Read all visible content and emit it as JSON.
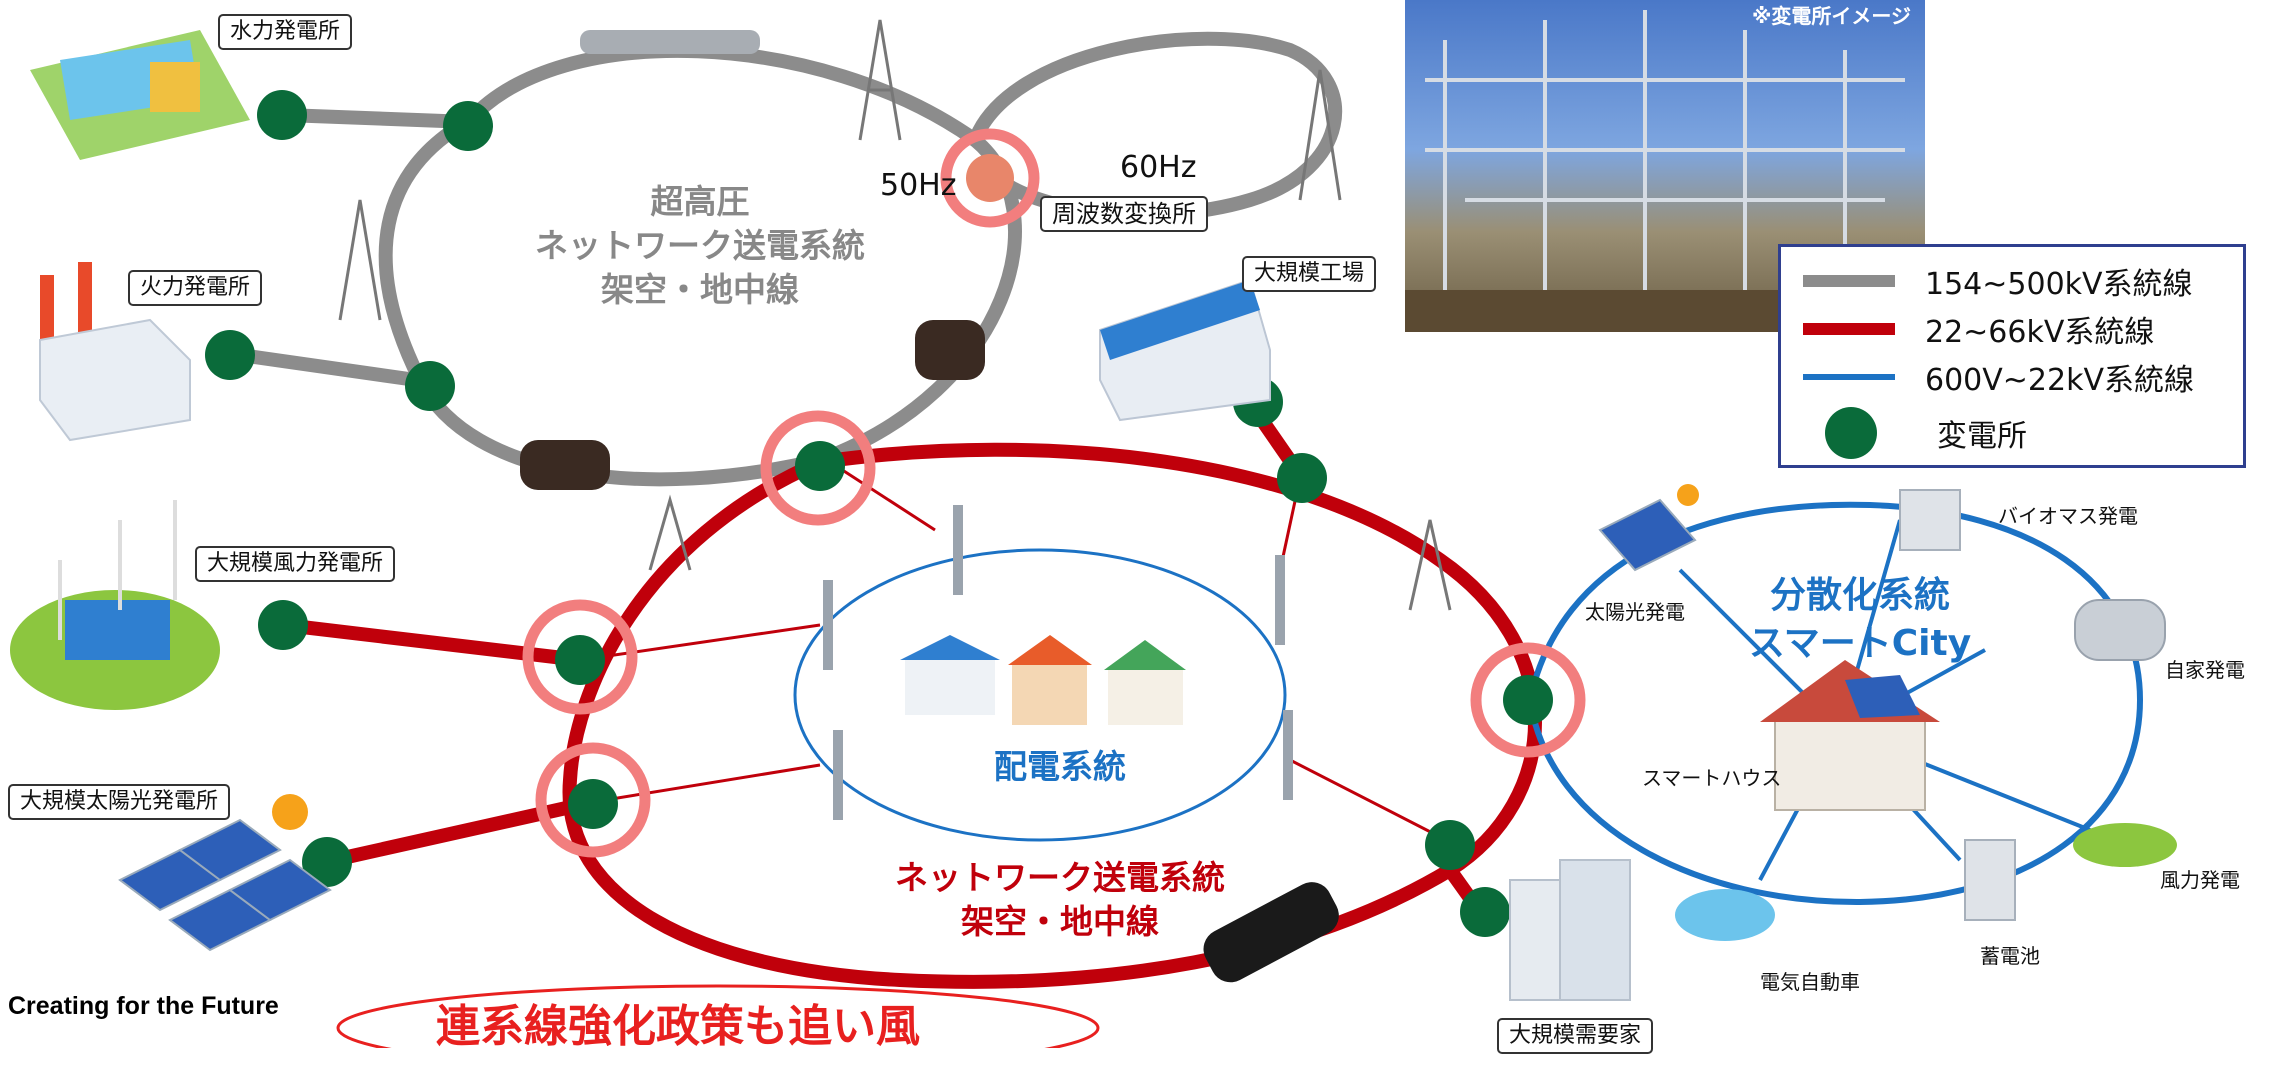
{
  "labels": {
    "hydro": "水力発電所",
    "thermal": "火力発電所",
    "wind_large": "大規模風力発電所",
    "solar_large": "大規模太陽光発電所",
    "factory": "大規模工場",
    "freq_conv": "周波数変換所",
    "hz50": "50Hz",
    "hz60": "60Hz",
    "demand_large": "大規模需要家",
    "photo_caption": "※変電所イメージ"
  },
  "networks": {
    "ehv_line1": "超高圧",
    "ehv_line2": "ネットワーク送電系統",
    "ehv_line3": "架空・地中線",
    "trans_line1": "ネットワーク送電系統",
    "trans_line2": "架空・地中線",
    "dist": "配電系統",
    "smart_line1": "分散化系統",
    "smart_line2": "スマートCity"
  },
  "smart_city": {
    "solar": "太陽光発電",
    "biomass": "バイオマス発電",
    "private": "自家発電",
    "smart_house": "スマートハウス",
    "wind": "風力発電",
    "battery": "蓄電池",
    "ev": "電気自動車"
  },
  "legend": {
    "items": [
      {
        "label": "154~500kV系統線",
        "color": "#8c8c8c"
      },
      {
        "label": "22~66kV系統線",
        "color": "#c0000b"
      },
      {
        "label": "600V~22kV系統線",
        "color": "#1c72c4"
      },
      {
        "label": "変電所",
        "color": "#0a6b3a"
      }
    ]
  },
  "footer": {
    "left": "Creating  for the Future",
    "slogan": "連系線強化政策も追い風"
  },
  "colors": {
    "grey_line": "#8c8c8c",
    "red_line": "#c0000b",
    "blue_line": "#1c72c4",
    "substation": "#0a6b3a",
    "highlight": "#f27e7e"
  }
}
